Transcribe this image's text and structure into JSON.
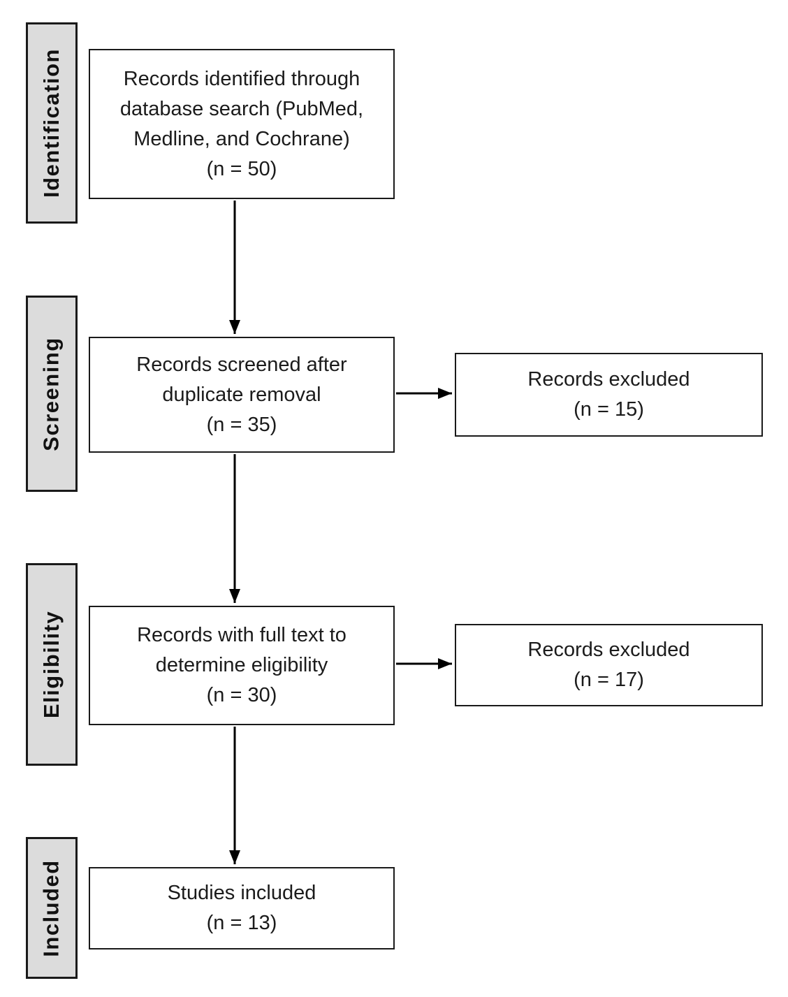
{
  "diagram": {
    "type": "prisma-flowchart",
    "stages": [
      {
        "label": "Identification"
      },
      {
        "label": "Screening"
      },
      {
        "label": "Eligibility"
      },
      {
        "label": "Included"
      }
    ],
    "boxes": {
      "identified": {
        "lines": [
          "Records identified through",
          "database search (PubMed,",
          "Medline, and Cochrane)",
          "(n = 50)"
        ],
        "count": 50
      },
      "screened": {
        "lines": [
          "Records screened after",
          "duplicate removal",
          "(n = 35)"
        ],
        "count": 35
      },
      "fulltext": {
        "lines": [
          "Records with full text to",
          "determine eligibility",
          "(n = 30)"
        ],
        "count": 30
      },
      "included": {
        "lines": [
          "Studies included",
          "(n = 13)"
        ],
        "count": 13
      },
      "excluded_screening": {
        "lines": [
          "Records excluded",
          "(n = 15)"
        ],
        "count": 15
      },
      "excluded_eligibility": {
        "lines": [
          "Records excluded",
          "(n = 17)"
        ],
        "count": 17
      }
    },
    "colors": {
      "stage_fill": "#dcdcdc",
      "border": "#1a1a1a",
      "box_fill": "#ffffff",
      "arrow": "#000000"
    }
  }
}
